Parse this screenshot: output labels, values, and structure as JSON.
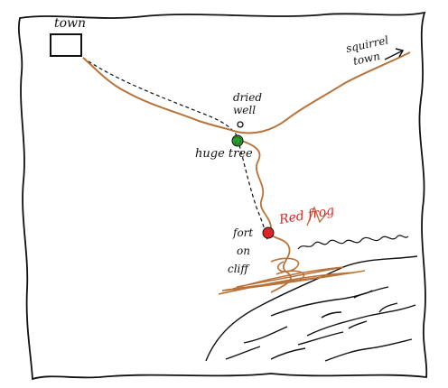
{
  "labels": {
    "town": "town",
    "squirrel_line1": "squirrel",
    "squirrel_line2": "town",
    "well_line1": "dried",
    "well_line2": "well",
    "huge_tree": "huge tree",
    "red_frog": "Red frog",
    "fort_line1": "fort",
    "fort_line2": "on",
    "fort_line3": "cliff"
  },
  "colors": {
    "ink": "#111111",
    "road": "#b8733a",
    "tree": "#2e9e2e",
    "frog": "#e02424"
  },
  "icons": {
    "town": "square-building-icon",
    "squirrel_arrow": "arrow-icon",
    "well": "well-circle-icon",
    "tree": "tree-dot-icon",
    "frog": "frog-dot-icon"
  }
}
